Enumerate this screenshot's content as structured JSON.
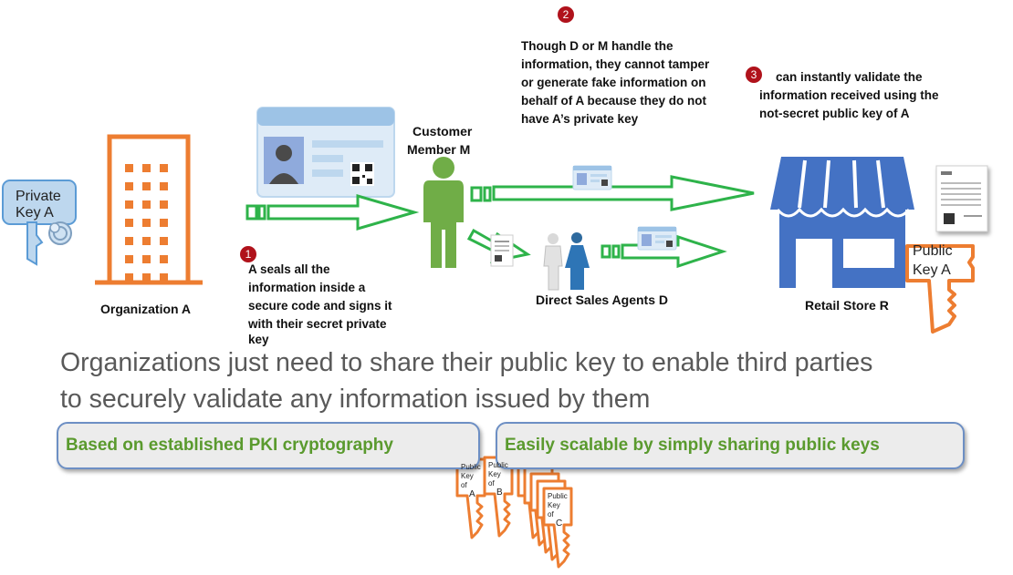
{
  "badges": {
    "one": "1",
    "two": "2",
    "three": "3"
  },
  "labels": {
    "org_a": "Organization A",
    "customer_line1": "Customer",
    "customer_line2": "Member M",
    "agents": "Direct Sales Agents D",
    "store": "Retail Store R"
  },
  "keys": {
    "private_line1": "Private",
    "private_line2": "Key A",
    "public_line1": "Public",
    "public_line2": "Key A"
  },
  "notes": {
    "step1_lines": [
      "A seals all the",
      "information inside a",
      "secure code and signs it",
      "with their secret private",
      "key"
    ],
    "step2_lines": [
      "Though D or M handle the",
      "information, they cannot tamper",
      "or generate fake information on",
      "behalf of A because they do not",
      "have A’s private key"
    ],
    "step3_lines": [
      "can instantly validate the",
      "information received using the",
      "not-secret public key of A"
    ]
  },
  "headline_lines": [
    "Organizations just need to share their public key to enable third parties",
    "to securely validate any information issued by them"
  ],
  "pills": {
    "left": "Based on established PKI cryptography",
    "right": "Easily scalable by simply sharing public keys"
  },
  "mini_keys": {
    "a": [
      "Public",
      "Key",
      "of",
      "A"
    ],
    "b": [
      "Public",
      "Key",
      "of",
      "B"
    ],
    "c": [
      "Public",
      "Key",
      "of",
      "C"
    ]
  },
  "colors": {
    "orange": "#ed7d31",
    "green_arrow": "#2eb34a",
    "figure_green": "#70ad47",
    "store_blue": "#4472c4",
    "key_blue": "#9dc3e6",
    "badge_red": "#b0121b",
    "pill_text": "#5a9a2e"
  }
}
